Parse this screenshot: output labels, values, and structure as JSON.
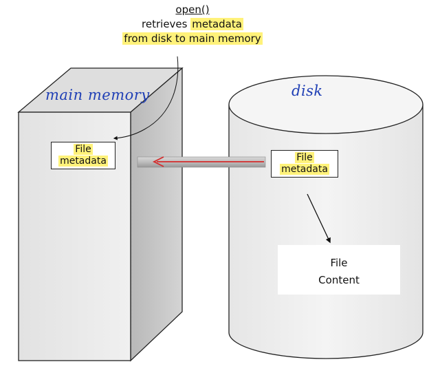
{
  "caption": {
    "fn": "open()",
    "line2_prefix": "retrieves ",
    "line2_highlight": "metadata",
    "line3_highlight": "from disk to main memory"
  },
  "labels": {
    "main_memory": "main memory",
    "disk": "disk"
  },
  "memory_metadata": {
    "line1": "File",
    "line2": "metadata"
  },
  "disk_metadata": {
    "line1": "File",
    "line2": "metadata"
  },
  "file_content": {
    "line1": "File",
    "line2": "Content"
  },
  "colors": {
    "highlight": "#fff27a",
    "handwriting": "#1f3fb5",
    "arrow": "#d42b2b"
  }
}
